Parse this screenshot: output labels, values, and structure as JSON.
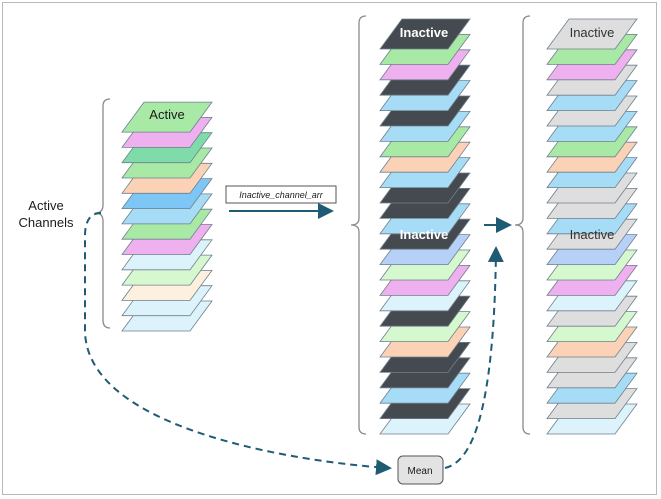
{
  "labels": {
    "active_channels_line1": "Active",
    "active_channels_line2": "Channels",
    "stack1_top": "Active",
    "stack2_top": "Inactive",
    "stack2_mid": "Inactive",
    "stack3_top": "Inactive",
    "stack3_mid": "Inactive",
    "arrow_label": "Inactive_channel_arr",
    "mean_label": "Mean"
  },
  "colors": {
    "active_green": "#b9eaa4",
    "dark": "#454a50",
    "inactive_gray": "#dedede",
    "line_teal": "#1f5b74",
    "outline": "#7b8a96",
    "bracket": "#8a8a8a"
  },
  "stacks": {
    "active": [
      "green",
      "pink",
      "teal",
      "green",
      "peach",
      "blue",
      "sky",
      "green",
      "pink",
      "ice",
      "lgreen",
      "cream",
      "ice",
      "ice"
    ],
    "inactive_full": [
      "dark",
      "green",
      "pink",
      "dark",
      "sky",
      "dark",
      "sky",
      "green",
      "peach",
      "sky",
      "dark",
      "dark",
      "sky",
      "dark",
      "dark",
      "lgreen",
      "pink",
      "ice",
      "dark",
      "lgreen",
      "peach",
      "dark",
      "dark",
      "sky",
      "dark",
      "ice"
    ],
    "inactive_mixed": [
      "gray",
      "green",
      "pink",
      "gray",
      "sky",
      "gray",
      "sky",
      "green",
      "peach",
      "sky",
      "gray",
      "gray",
      "sky",
      "gray",
      "gray",
      "lgreen",
      "pink",
      "ice",
      "gray",
      "lgreen",
      "peach",
      "gray",
      "gray",
      "sky",
      "gray",
      "ice"
    ]
  },
  "palette": {
    "green": "#a9e9a6",
    "pink": "#eeb0ee",
    "teal": "#7fdcaa",
    "peach": "#fbd2b6",
    "blue": "#7dc6f5",
    "sky": "#a6dcf6",
    "lgreen": "#d6f8cf",
    "ice": "#dcf3fc",
    "cream": "#fdf0df",
    "dark": "#454a50",
    "gray": "#dedede",
    "periwinkle": "#b7d0f8"
  }
}
